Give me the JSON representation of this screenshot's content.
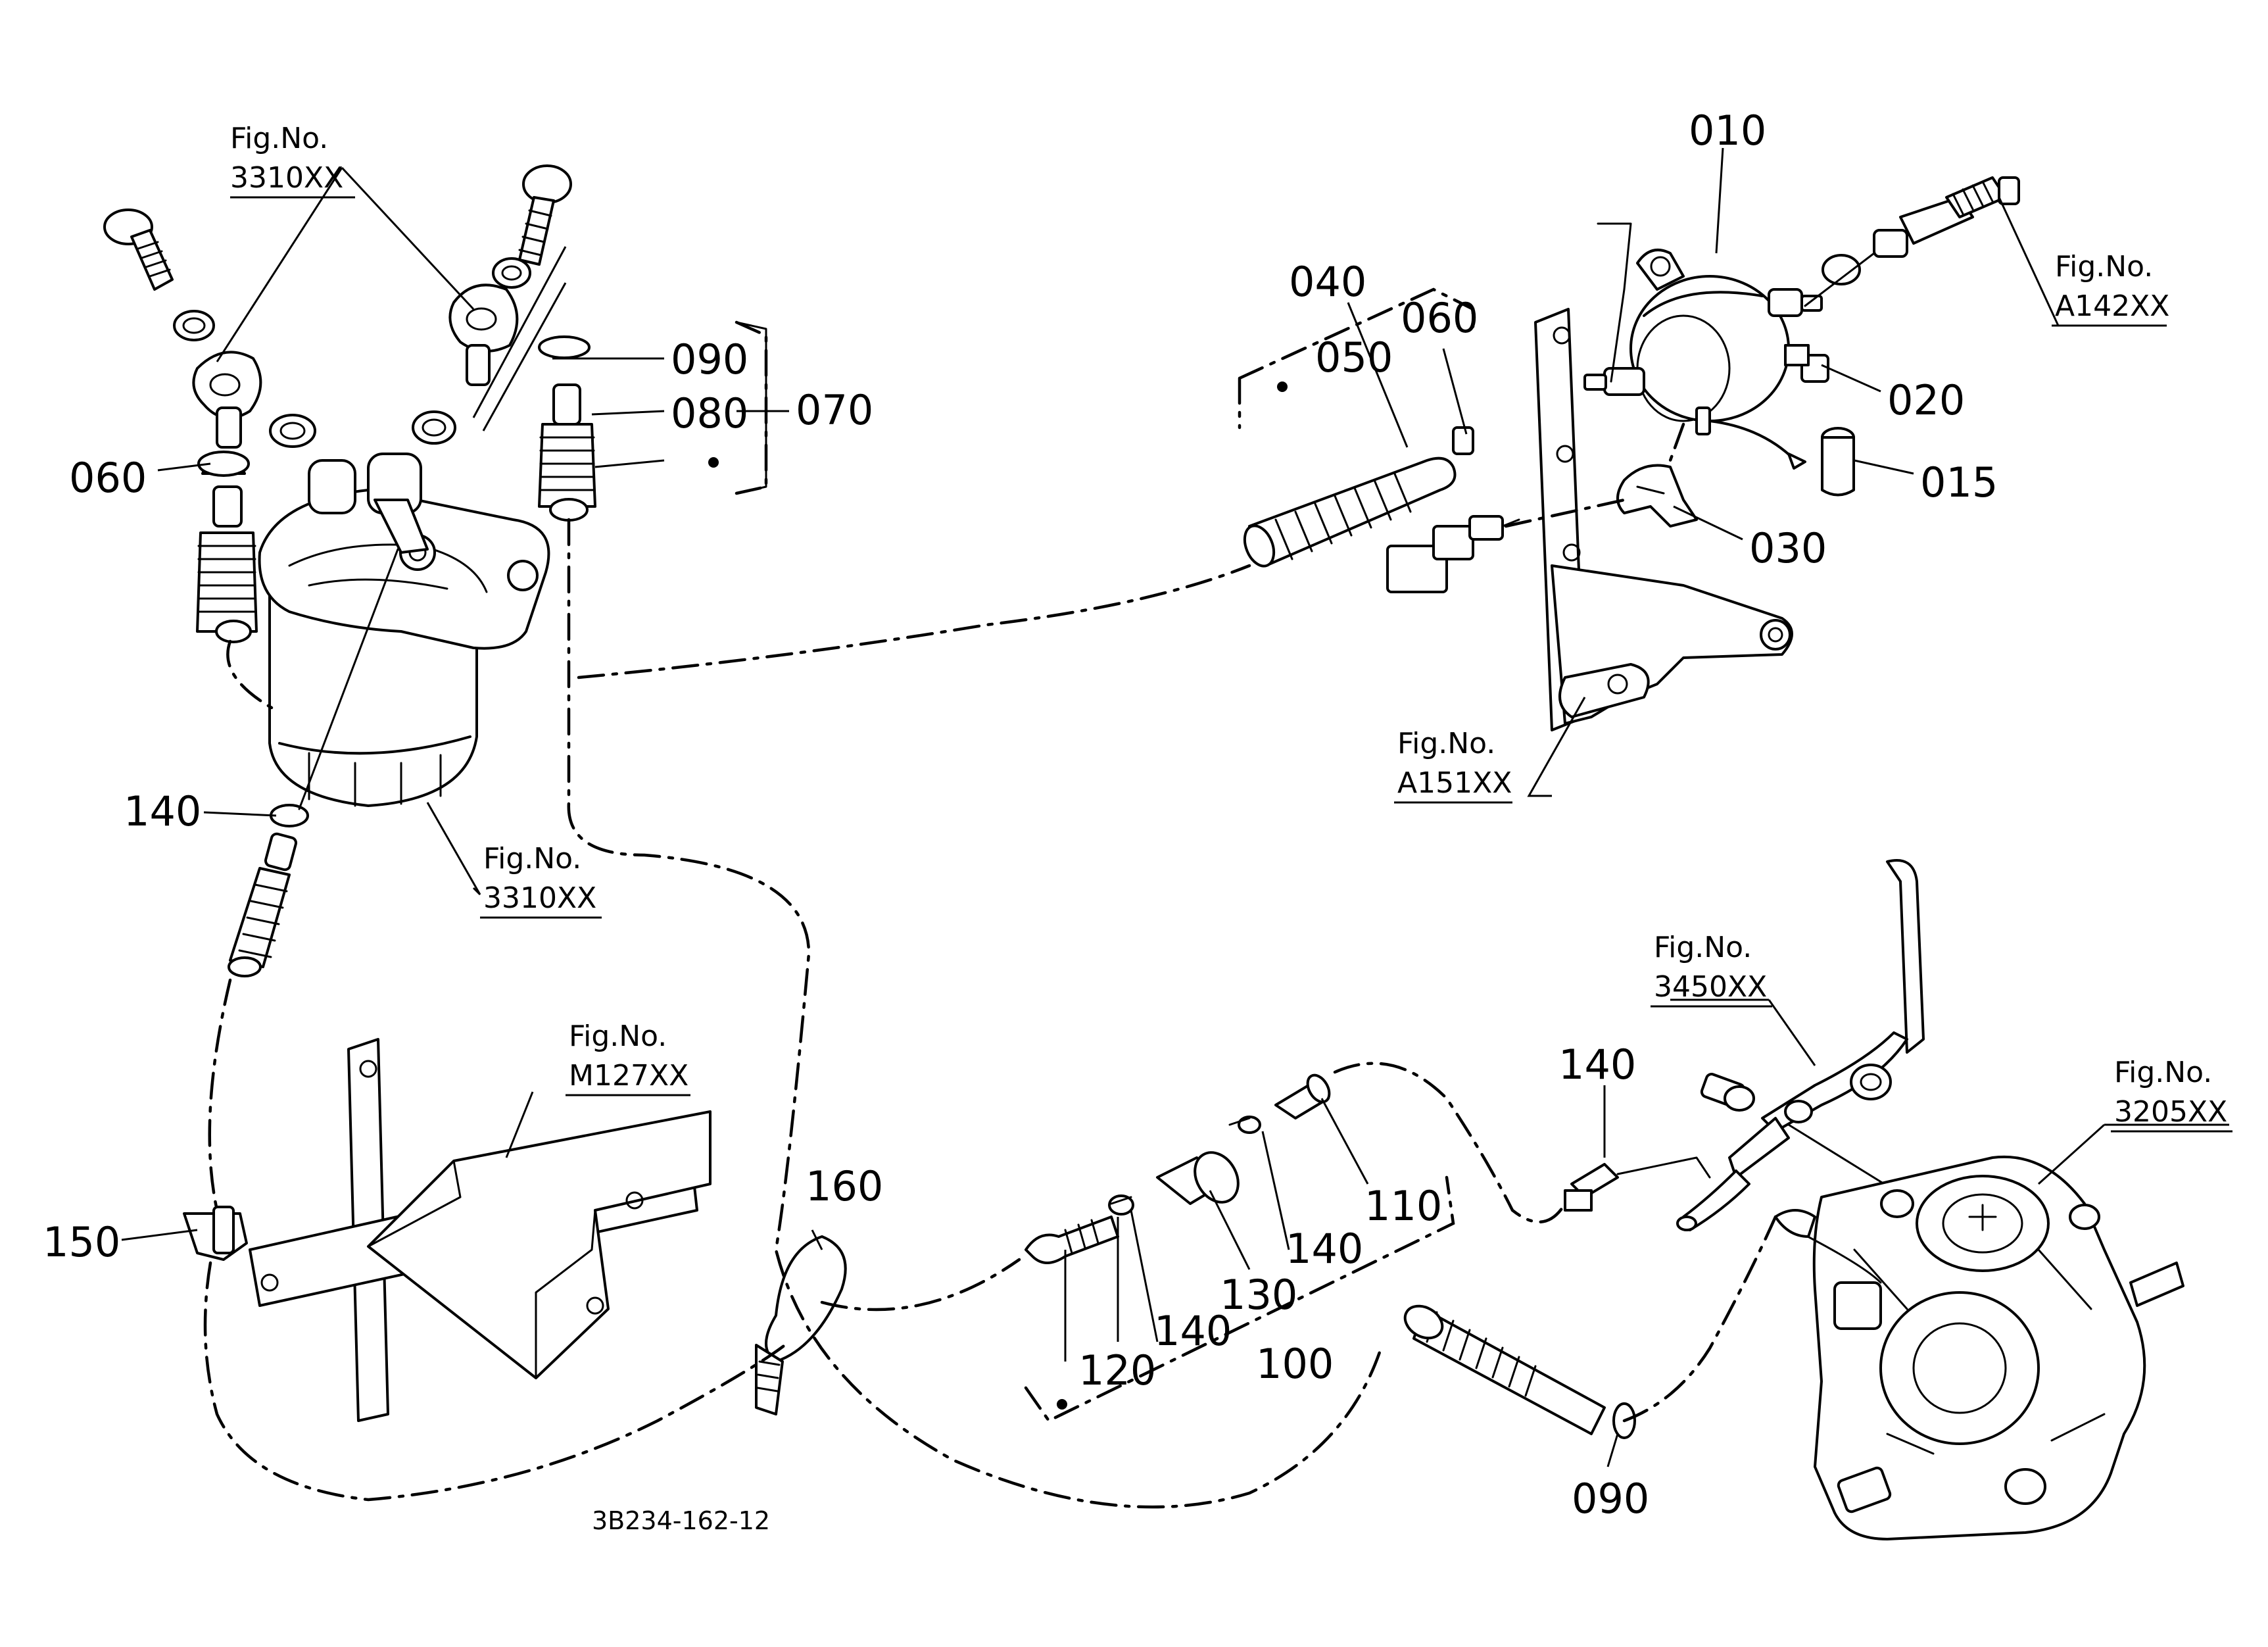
{
  "part_labels": {
    "p010": "010",
    "p015": "015",
    "p020": "020",
    "p030": "030",
    "p040": "040",
    "p050": "050",
    "p060a": "060",
    "p060b": "060",
    "p070": "070",
    "p080": "080",
    "p090a": "090",
    "p090b": "090",
    "p100": "100",
    "p110": "110",
    "p120": "120",
    "p130": "130",
    "p140a": "140",
    "p140b": "140",
    "p140c": "140",
    "p140d": "140",
    "p150": "150",
    "p160": "160"
  },
  "figure_refs": {
    "fig_prefix": "Fig.No.",
    "filter_head": "3310XX",
    "filter_body": "3310XX",
    "pump_outlet": "A142XX",
    "bracket": "A151XX",
    "battery_bracket": "M127XX",
    "injection_pipe": "3450XX",
    "injection_pump": "3205XX"
  },
  "drawing_code": "3B234-162-12"
}
